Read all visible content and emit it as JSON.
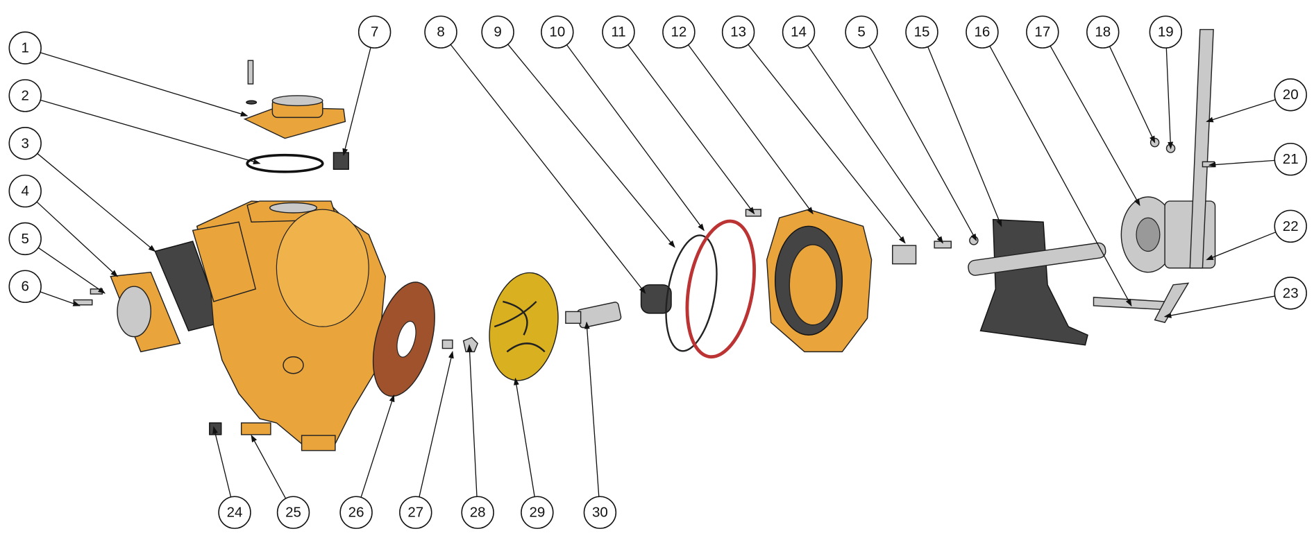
{
  "diagram": {
    "title": "Exploded view of self-priming pump assembly",
    "balloons": [
      "1",
      "2",
      "3",
      "4",
      "5",
      "6",
      "7",
      "8",
      "9",
      "10",
      "11",
      "12",
      "13",
      "14",
      "5",
      "15",
      "16",
      "17",
      "18",
      "19",
      "20",
      "21",
      "22",
      "23",
      "24",
      "25",
      "26",
      "27",
      "28",
      "29",
      "30"
    ],
    "colors": {
      "casting": "#e9a43c",
      "impeller": "#d8b020",
      "steel": "#c9c9c9",
      "gasket": "#444444",
      "wear_plate": "#a0522d"
    }
  }
}
